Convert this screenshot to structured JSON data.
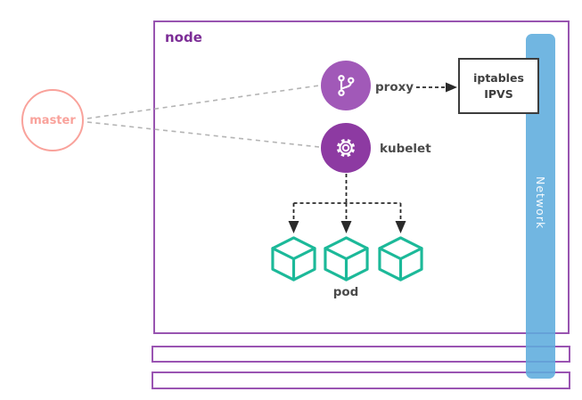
{
  "diagram": {
    "master": {
      "label": "master",
      "color": "#f9a29b"
    },
    "node": {
      "label": "node",
      "border_color": "#9854b0",
      "label_color": "#7c2d96"
    },
    "proxy": {
      "label": "proxy",
      "icon": "git-branch-icon",
      "fill": "#a159b8"
    },
    "kubelet": {
      "label": "kubelet",
      "icon": "gear-icon",
      "fill": "#8d3aa2"
    },
    "iptables": {
      "line1": "iptables",
      "line2": "IPVS",
      "border_color": "#3d3d3d"
    },
    "pods": {
      "label": "pod",
      "count": 3,
      "icon": "cube-icon",
      "cube_color": "#1cb999"
    },
    "network": {
      "label": "Network",
      "fill": "#5dacdd"
    },
    "connectors": {
      "master_link_color": "#b4b4b4",
      "arrow_color": "#2d2d2d"
    },
    "bottom_bars_count": 2
  }
}
